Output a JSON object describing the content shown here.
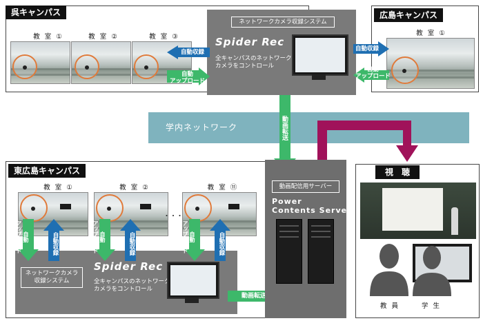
{
  "kure": {
    "title": "呉キャンパス",
    "rooms": [
      "教 室 ①",
      "教 室 ②",
      "教 室 ③"
    ]
  },
  "hiroshima": {
    "title": "広島キャンパス",
    "rooms": [
      "教 室 ①"
    ]
  },
  "center_system": {
    "box_label": "ネットワークカメラ収録システム",
    "logo": "Spider Rec",
    "caption": "全キャンパスのネットワーク\nカメラをコントロール"
  },
  "arrows": {
    "auto_record": "自動収録",
    "auto_upload": "自動\nアップロード",
    "video_transfer_vertical": "動画転送",
    "video_transfer": "動画転送"
  },
  "network": {
    "label": "学内ネットワーク"
  },
  "higashi": {
    "title": "東広島キャンパス",
    "rooms": [
      "教 室 ①",
      "教 室 ②",
      "教 室 ⑪"
    ],
    "ellipsis": "・・・",
    "system_label": "ネットワークカメラ\n収録システム",
    "logo": "Spider Rec",
    "caption": "全キャンパスのネットワーク\nカメラをコントロール"
  },
  "server": {
    "box_label": "動画配信用サーバー",
    "logo_line1": "Power",
    "logo_line2": "Contents Server"
  },
  "viewing": {
    "title": "視　聴",
    "roles": [
      "教 員",
      "学 生"
    ]
  },
  "colors": {
    "record_arrow": "#1f6fb2",
    "upload_arrow": "#3db86a",
    "network_band": "#7fb3be",
    "viewing_arrow": "#a0125a",
    "system_gray": "#7a7a7a"
  }
}
